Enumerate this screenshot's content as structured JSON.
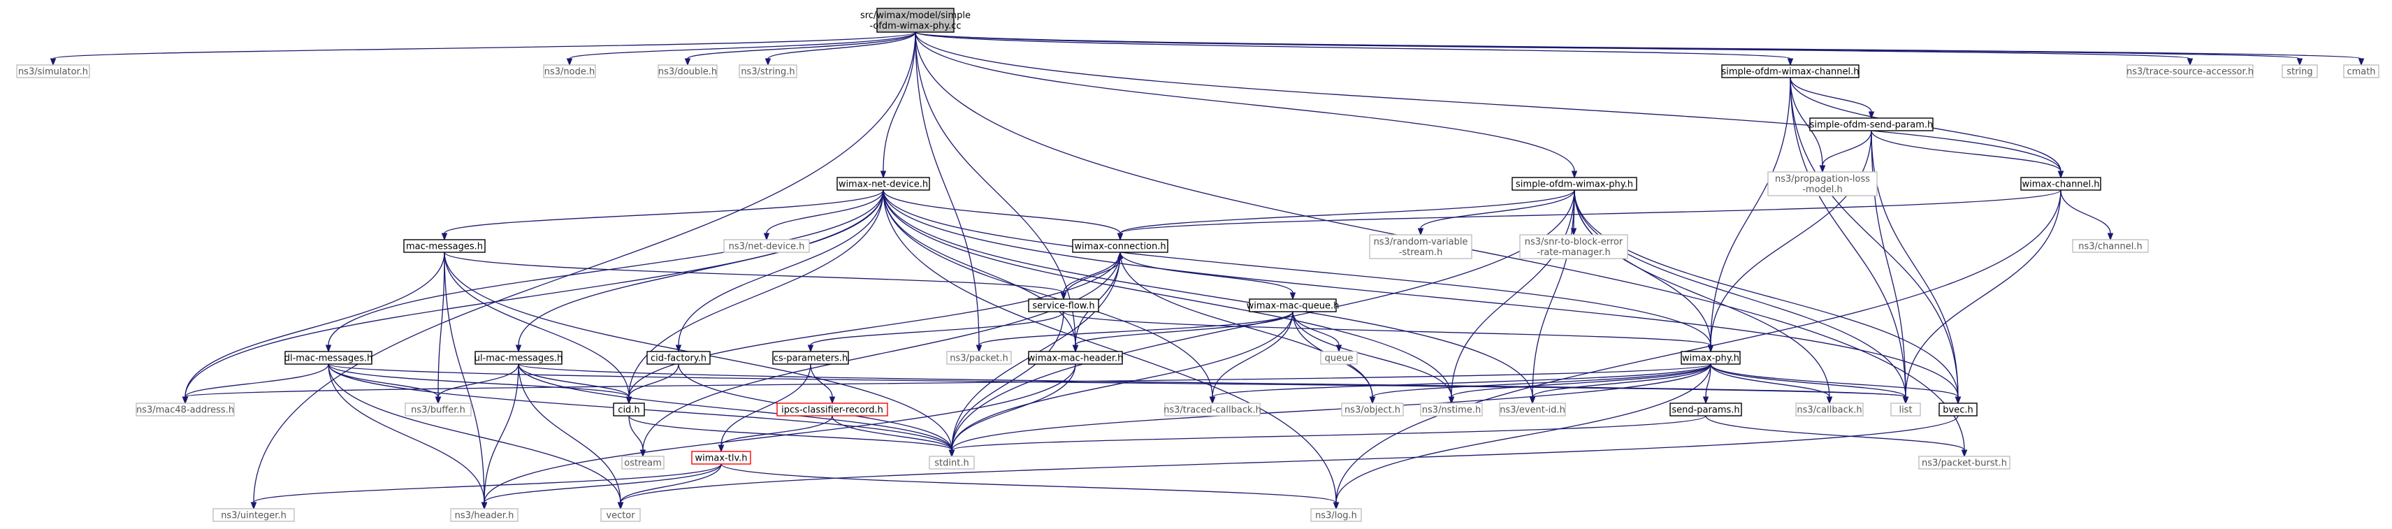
{
  "colors": {
    "edge": "#191970",
    "root_fill": "#bfbfbf",
    "root_stroke": "#000000",
    "doc_fill": "#ffffff",
    "doc_stroke": "#000000",
    "ext_fill": "#ffffff",
    "ext_stroke": "#bfbfbf",
    "missing_stroke": "#ff0000",
    "text": "#000000",
    "ext_text": "#555555"
  },
  "nodes": [
    {
      "id": "root",
      "lines": [
        "src/wimax/model/simple",
        "-ofdm-wimax-phy.cc"
      ],
      "kind": "root"
    },
    {
      "id": "simulator",
      "lines": [
        "ns3/simulator.h"
      ],
      "kind": "ext"
    },
    {
      "id": "node",
      "lines": [
        "ns3/node.h"
      ],
      "kind": "ext"
    },
    {
      "id": "double",
      "lines": [
        "ns3/double.h"
      ],
      "kind": "ext"
    },
    {
      "id": "string_ns3",
      "lines": [
        "ns3/string.h"
      ],
      "kind": "ext"
    },
    {
      "id": "so_channel",
      "lines": [
        "simple-ofdm-wimax-channel.h"
      ],
      "kind": "doc"
    },
    {
      "id": "tsa",
      "lines": [
        "ns3/trace-source-accessor.h"
      ],
      "kind": "ext"
    },
    {
      "id": "string",
      "lines": [
        "string"
      ],
      "kind": "ext"
    },
    {
      "id": "cmath",
      "lines": [
        "cmath"
      ],
      "kind": "ext"
    },
    {
      "id": "so_send",
      "lines": [
        "simple-ofdm-send-param.h"
      ],
      "kind": "doc"
    },
    {
      "id": "prop",
      "lines": [
        "ns3/propagation-loss",
        "-model.h"
      ],
      "kind": "ext"
    },
    {
      "id": "w_channel",
      "lines": [
        "wimax-channel.h"
      ],
      "kind": "doc"
    },
    {
      "id": "net_device",
      "lines": [
        "wimax-net-device.h"
      ],
      "kind": "doc"
    },
    {
      "id": "so_phy",
      "lines": [
        "simple-ofdm-wimax-phy.h"
      ],
      "kind": "doc"
    },
    {
      "id": "mac_msgs",
      "lines": [
        "mac-messages.h"
      ],
      "kind": "doc"
    },
    {
      "id": "ns3_netdev",
      "lines": [
        "ns3/net-device.h"
      ],
      "kind": "ext"
    },
    {
      "id": "w_conn",
      "lines": [
        "wimax-connection.h"
      ],
      "kind": "doc"
    },
    {
      "id": "rand",
      "lines": [
        "ns3/random-variable",
        "-stream.h"
      ],
      "kind": "ext"
    },
    {
      "id": "snr",
      "lines": [
        "ns3/snr-to-block-error",
        "-rate-manager.h"
      ],
      "kind": "ext"
    },
    {
      "id": "ns3_channel",
      "lines": [
        "ns3/channel.h"
      ],
      "kind": "ext"
    },
    {
      "id": "svc_flow",
      "lines": [
        "service-flow.h"
      ],
      "kind": "doc"
    },
    {
      "id": "mac_queue",
      "lines": [
        "wimax-mac-queue.h"
      ],
      "kind": "doc"
    },
    {
      "id": "dl_mac",
      "lines": [
        "dl-mac-messages.h"
      ],
      "kind": "doc"
    },
    {
      "id": "ul_mac",
      "lines": [
        "ul-mac-messages.h"
      ],
      "kind": "doc"
    },
    {
      "id": "cid_factory",
      "lines": [
        "cid-factory.h"
      ],
      "kind": "doc"
    },
    {
      "id": "cs_params",
      "lines": [
        "cs-parameters.h"
      ],
      "kind": "doc"
    },
    {
      "id": "packet",
      "lines": [
        "ns3/packet.h"
      ],
      "kind": "ext"
    },
    {
      "id": "mac_header",
      "lines": [
        "wimax-mac-header.h"
      ],
      "kind": "doc"
    },
    {
      "id": "queue",
      "lines": [
        "queue"
      ],
      "kind": "ext"
    },
    {
      "id": "w_phy",
      "lines": [
        "wimax-phy.h"
      ],
      "kind": "doc"
    },
    {
      "id": "mac48",
      "lines": [
        "ns3/mac48-address.h"
      ],
      "kind": "ext"
    },
    {
      "id": "buffer",
      "lines": [
        "ns3/buffer.h"
      ],
      "kind": "ext"
    },
    {
      "id": "cid",
      "lines": [
        "cid.h"
      ],
      "kind": "doc"
    },
    {
      "id": "ipcs",
      "lines": [
        "ipcs-classifier-record.h"
      ],
      "kind": "missing"
    },
    {
      "id": "tracedcb",
      "lines": [
        "ns3/traced-callback.h"
      ],
      "kind": "ext"
    },
    {
      "id": "object",
      "lines": [
        "ns3/object.h"
      ],
      "kind": "ext"
    },
    {
      "id": "nstime",
      "lines": [
        "ns3/nstime.h"
      ],
      "kind": "ext"
    },
    {
      "id": "eventid",
      "lines": [
        "ns3/event-id.h"
      ],
      "kind": "ext"
    },
    {
      "id": "callback",
      "lines": [
        "ns3/callback.h"
      ],
      "kind": "ext"
    },
    {
      "id": "list",
      "lines": [
        "list"
      ],
      "kind": "ext"
    },
    {
      "id": "bvec",
      "lines": [
        "bvec.h"
      ],
      "kind": "doc"
    },
    {
      "id": "send_params",
      "lines": [
        "send-params.h"
      ],
      "kind": "doc"
    },
    {
      "id": "ostream",
      "lines": [
        "ostream"
      ],
      "kind": "ext"
    },
    {
      "id": "stdint",
      "lines": [
        "stdint.h"
      ],
      "kind": "ext"
    },
    {
      "id": "w_tlv",
      "lines": [
        "wimax-tlv.h"
      ],
      "kind": "missing"
    },
    {
      "id": "packet_burst",
      "lines": [
        "ns3/packet-burst.h"
      ],
      "kind": "ext"
    },
    {
      "id": "uinteger",
      "lines": [
        "ns3/uinteger.h"
      ],
      "kind": "ext"
    },
    {
      "id": "header",
      "lines": [
        "ns3/header.h"
      ],
      "kind": "ext"
    },
    {
      "id": "vector",
      "lines": [
        "vector"
      ],
      "kind": "ext"
    },
    {
      "id": "log",
      "lines": [
        "ns3/log.h"
      ],
      "kind": "ext"
    }
  ],
  "edges": [
    [
      "root",
      "simulator"
    ],
    [
      "root",
      "node"
    ],
    [
      "root",
      "double"
    ],
    [
      "root",
      "string_ns3"
    ],
    [
      "root",
      "so_channel"
    ],
    [
      "root",
      "tsa"
    ],
    [
      "root",
      "string"
    ],
    [
      "root",
      "cmath"
    ],
    [
      "root",
      "net_device"
    ],
    [
      "root",
      "so_phy"
    ],
    [
      "root",
      "w_channel"
    ],
    [
      "root",
      "packet"
    ],
    [
      "root",
      "mac_header"
    ],
    [
      "root",
      "uinteger"
    ],
    [
      "root",
      "packet_burst"
    ],
    [
      "so_channel",
      "so_send"
    ],
    [
      "so_channel",
      "prop"
    ],
    [
      "so_channel",
      "w_channel"
    ],
    [
      "so_channel",
      "list"
    ],
    [
      "so_channel",
      "bvec"
    ],
    [
      "so_channel",
      "w_phy"
    ],
    [
      "so_send",
      "prop"
    ],
    [
      "so_send",
      "w_channel"
    ],
    [
      "so_send",
      "list"
    ],
    [
      "so_send",
      "bvec"
    ],
    [
      "so_send",
      "w_phy"
    ],
    [
      "w_channel",
      "ns3_channel"
    ],
    [
      "w_channel",
      "list"
    ],
    [
      "w_channel",
      "w_conn"
    ],
    [
      "w_channel",
      "log"
    ],
    [
      "net_device",
      "mac_msgs"
    ],
    [
      "net_device",
      "ns3_netdev"
    ],
    [
      "net_device",
      "w_conn"
    ],
    [
      "net_device",
      "dl_mac"
    ],
    [
      "net_device",
      "ul_mac"
    ],
    [
      "net_device",
      "cid_factory"
    ],
    [
      "net_device",
      "mac48"
    ],
    [
      "net_device",
      "cid"
    ],
    [
      "net_device",
      "mac_header"
    ],
    [
      "net_device",
      "tracedcb"
    ],
    [
      "net_device",
      "nstime"
    ],
    [
      "net_device",
      "eventid"
    ],
    [
      "net_device",
      "w_phy"
    ],
    [
      "net_device",
      "bvec"
    ],
    [
      "net_device",
      "log"
    ],
    [
      "so_phy",
      "w_conn"
    ],
    [
      "so_phy",
      "rand"
    ],
    [
      "so_phy",
      "snr"
    ],
    [
      "so_phy",
      "w_phy"
    ],
    [
      "so_phy",
      "list"
    ],
    [
      "so_phy",
      "bvec"
    ],
    [
      "so_phy",
      "callback"
    ],
    [
      "so_phy",
      "eventid"
    ],
    [
      "so_phy",
      "nstime"
    ],
    [
      "so_phy",
      "stdint"
    ],
    [
      "mac_msgs",
      "svc_flow"
    ],
    [
      "mac_msgs",
      "mac48"
    ],
    [
      "mac_msgs",
      "buffer"
    ],
    [
      "mac_msgs",
      "cid"
    ],
    [
      "mac_msgs",
      "stdint"
    ],
    [
      "mac_msgs",
      "header"
    ],
    [
      "w_conn",
      "svc_flow"
    ],
    [
      "w_conn",
      "mac_queue"
    ],
    [
      "w_conn",
      "cid"
    ],
    [
      "w_conn",
      "mac_header"
    ],
    [
      "w_conn",
      "object"
    ],
    [
      "w_conn",
      "stdint"
    ],
    [
      "w_conn",
      "ostream"
    ],
    [
      "svc_flow",
      "w_conn"
    ],
    [
      "svc_flow",
      "cs_params"
    ],
    [
      "svc_flow",
      "w_phy"
    ],
    [
      "svc_flow",
      "stdint"
    ],
    [
      "mac_queue",
      "packet"
    ],
    [
      "mac_queue",
      "mac_header"
    ],
    [
      "mac_queue",
      "queue"
    ],
    [
      "mac_queue",
      "tracedcb"
    ],
    [
      "mac_queue",
      "object"
    ],
    [
      "mac_queue",
      "nstime"
    ],
    [
      "mac_queue",
      "stdint"
    ],
    [
      "dl_mac",
      "mac48"
    ],
    [
      "dl_mac",
      "buffer"
    ],
    [
      "dl_mac",
      "cid"
    ],
    [
      "dl_mac",
      "stdint"
    ],
    [
      "dl_mac",
      "header"
    ],
    [
      "dl_mac",
      "vector"
    ],
    [
      "dl_mac",
      "list"
    ],
    [
      "ul_mac",
      "buffer"
    ],
    [
      "ul_mac",
      "cid"
    ],
    [
      "ul_mac",
      "stdint"
    ],
    [
      "ul_mac",
      "header"
    ],
    [
      "ul_mac",
      "vector"
    ],
    [
      "ul_mac",
      "list"
    ],
    [
      "cid_factory",
      "cid"
    ],
    [
      "cid_factory",
      "stdint"
    ],
    [
      "cs_params",
      "ipcs"
    ],
    [
      "cs_params",
      "w_tlv"
    ],
    [
      "mac_header",
      "stdint"
    ],
    [
      "mac_header",
      "header"
    ],
    [
      "w_phy",
      "mac48"
    ],
    [
      "w_phy",
      "tracedcb"
    ],
    [
      "w_phy",
      "object"
    ],
    [
      "w_phy",
      "nstime"
    ],
    [
      "w_phy",
      "eventid"
    ],
    [
      "w_phy",
      "callback"
    ],
    [
      "w_phy",
      "list"
    ],
    [
      "w_phy",
      "bvec"
    ],
    [
      "w_phy",
      "send_params"
    ],
    [
      "w_phy",
      "stdint"
    ],
    [
      "w_phy",
      "log"
    ],
    [
      "cid",
      "stdint"
    ],
    [
      "cid",
      "ostream"
    ],
    [
      "ipcs",
      "stdint"
    ],
    [
      "ipcs",
      "w_tlv"
    ],
    [
      "bvec",
      "vector"
    ],
    [
      "send_params",
      "stdint"
    ],
    [
      "send_params",
      "packet_burst"
    ],
    [
      "w_tlv",
      "uinteger"
    ],
    [
      "w_tlv",
      "header"
    ],
    [
      "w_tlv",
      "vector"
    ],
    [
      "w_tlv",
      "log"
    ]
  ]
}
